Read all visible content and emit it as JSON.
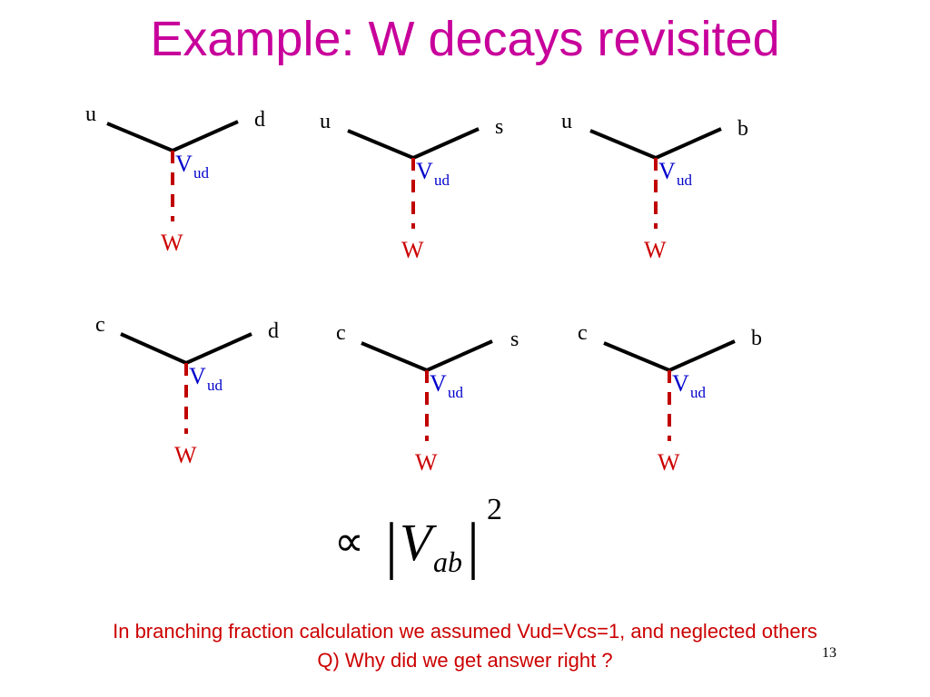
{
  "slide": {
    "title": "Example: W decays revisited",
    "page_number": "13",
    "footer_lines": [
      "In branching fraction calculation we assumed Vud=Vcs=1, and neglected others",
      "Q) Why did we get answer right ?"
    ]
  },
  "diagrams": [
    {
      "in_quark": "u",
      "out_quark": "d",
      "coupling": "V",
      "coupling_sub": "ud",
      "boson": "W"
    },
    {
      "in_quark": "u",
      "out_quark": "s",
      "coupling": "V",
      "coupling_sub": "ud",
      "boson": "W"
    },
    {
      "in_quark": "u",
      "out_quark": "b",
      "coupling": "V",
      "coupling_sub": "ud",
      "boson": "W"
    },
    {
      "in_quark": "c",
      "out_quark": "d",
      "coupling": "V",
      "coupling_sub": "ud",
      "boson": "W"
    },
    {
      "in_quark": "c",
      "out_quark": "s",
      "coupling": "V",
      "coupling_sub": "ud",
      "boson": "W"
    },
    {
      "in_quark": "c",
      "out_quark": "b",
      "coupling": "V",
      "coupling_sub": "ud",
      "boson": "W"
    }
  ],
  "formula": {
    "proportional": "∝",
    "bar": "|",
    "symbol": "V",
    "subscript": "ab",
    "power": "2"
  },
  "colors": {
    "title": "#c8009b",
    "quark_line": "#000000",
    "w_line": "#c00000",
    "coupling": "#0000cc",
    "footer": "#cc0000"
  }
}
